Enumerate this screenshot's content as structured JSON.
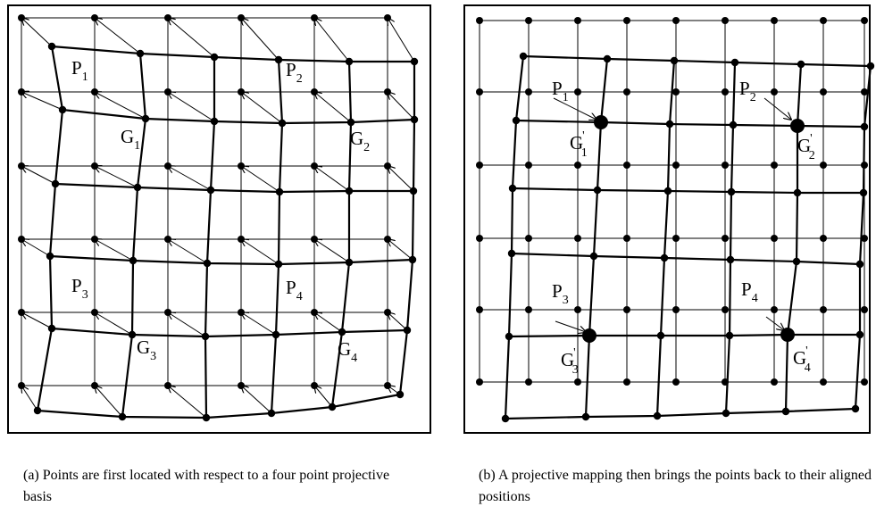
{
  "panel_a": {
    "labels": [
      {
        "name": "P",
        "sub": "1"
      },
      {
        "name": "P",
        "sub": "2"
      },
      {
        "name": "G",
        "sub": "1"
      },
      {
        "name": "G",
        "sub": "2"
      },
      {
        "name": "P",
        "sub": "3"
      },
      {
        "name": "P",
        "sub": "4"
      },
      {
        "name": "G",
        "sub": "3"
      },
      {
        "name": "G",
        "sub": "4"
      }
    ],
    "caption": "(a) Points are first located with respect to a four point projective basis"
  },
  "panel_b": {
    "labels": [
      {
        "name": "P",
        "sub": "1"
      },
      {
        "name": "P",
        "sub": "2"
      },
      {
        "name": "G",
        "sub": "1",
        "prime": "'"
      },
      {
        "name": "G",
        "sub": "2",
        "prime": "'"
      },
      {
        "name": "P",
        "sub": "3"
      },
      {
        "name": "P",
        "sub": "4"
      },
      {
        "name": "G",
        "sub": "3",
        "prime": "'"
      },
      {
        "name": "G",
        "sub": "4",
        "prime": "'"
      }
    ],
    "caption": "(b) A projective mapping then brings the points back to their aligned positions"
  }
}
